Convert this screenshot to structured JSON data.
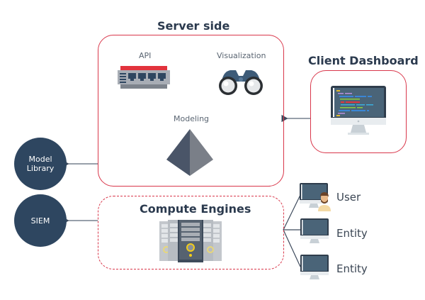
{
  "server": {
    "title": "Server side",
    "components": [
      {
        "label": "API",
        "icon": "network-switch-icon"
      },
      {
        "label": "Visualization",
        "icon": "binoculars-icon"
      },
      {
        "label": "Modeling",
        "icon": "pyramid-icon"
      }
    ]
  },
  "client": {
    "title": "Client Dashboard",
    "icon": "code-monitor-icon"
  },
  "compute": {
    "title": "Compute Engines",
    "icon": "server-rack-icon"
  },
  "left_nodes": [
    {
      "label_line1": "Model",
      "label_line2": "Library"
    },
    {
      "label_line1": "SIEM",
      "label_line2": ""
    }
  ],
  "endpoints": [
    {
      "label": "User",
      "icon": "user-monitor-icon"
    },
    {
      "label": "Entity",
      "icon": "monitor-icon"
    },
    {
      "label": "Entity",
      "icon": "monitor-icon"
    }
  ],
  "colors": {
    "accent_red": "#d9374b",
    "node_navy": "#2e4660",
    "connector": "#3d4a5c"
  }
}
